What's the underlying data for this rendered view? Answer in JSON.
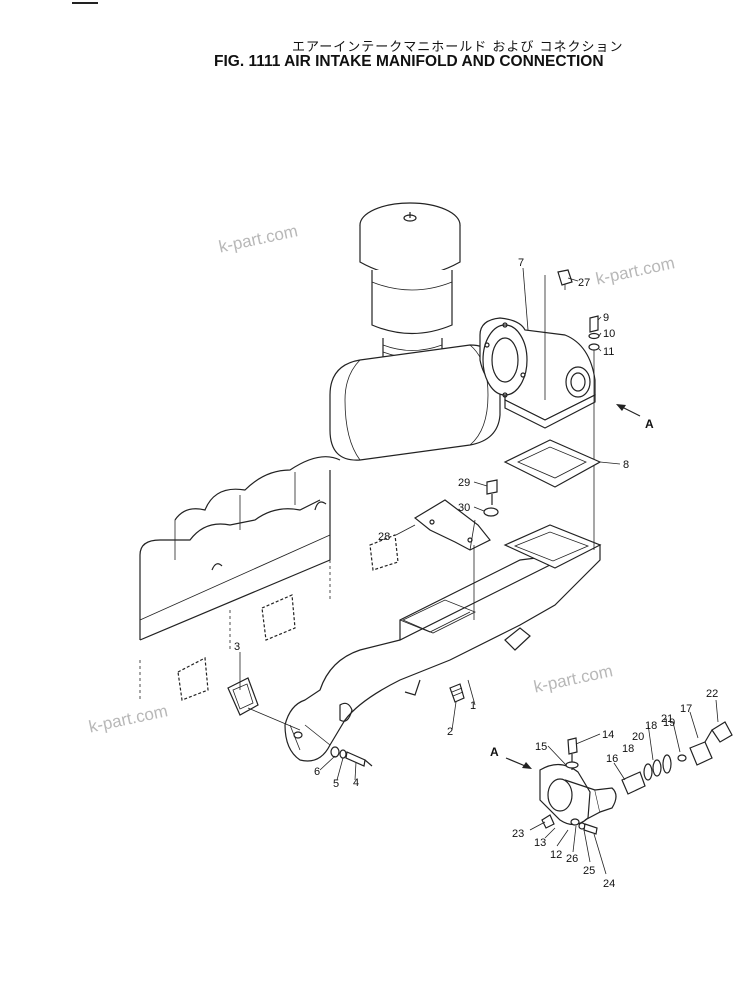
{
  "title_jp": "エアーインテークマニホールド および コネクション",
  "title_en": "FIG. 1111  AIR INTAKE MANIFOLD AND CONNECTION",
  "watermarks": [
    "k-part.com",
    "k-part.com",
    "k-part.com",
    "k-part.com"
  ],
  "view_marker": "A",
  "part_labels": [
    "1",
    "2",
    "3",
    "4",
    "5",
    "6",
    "7",
    "8",
    "9",
    "10",
    "11",
    "12",
    "13",
    "14",
    "15",
    "16",
    "17",
    "18",
    "18",
    "19",
    "20",
    "21",
    "22",
    "23",
    "24",
    "25",
    "26",
    "27",
    "28",
    "29",
    "30"
  ]
}
